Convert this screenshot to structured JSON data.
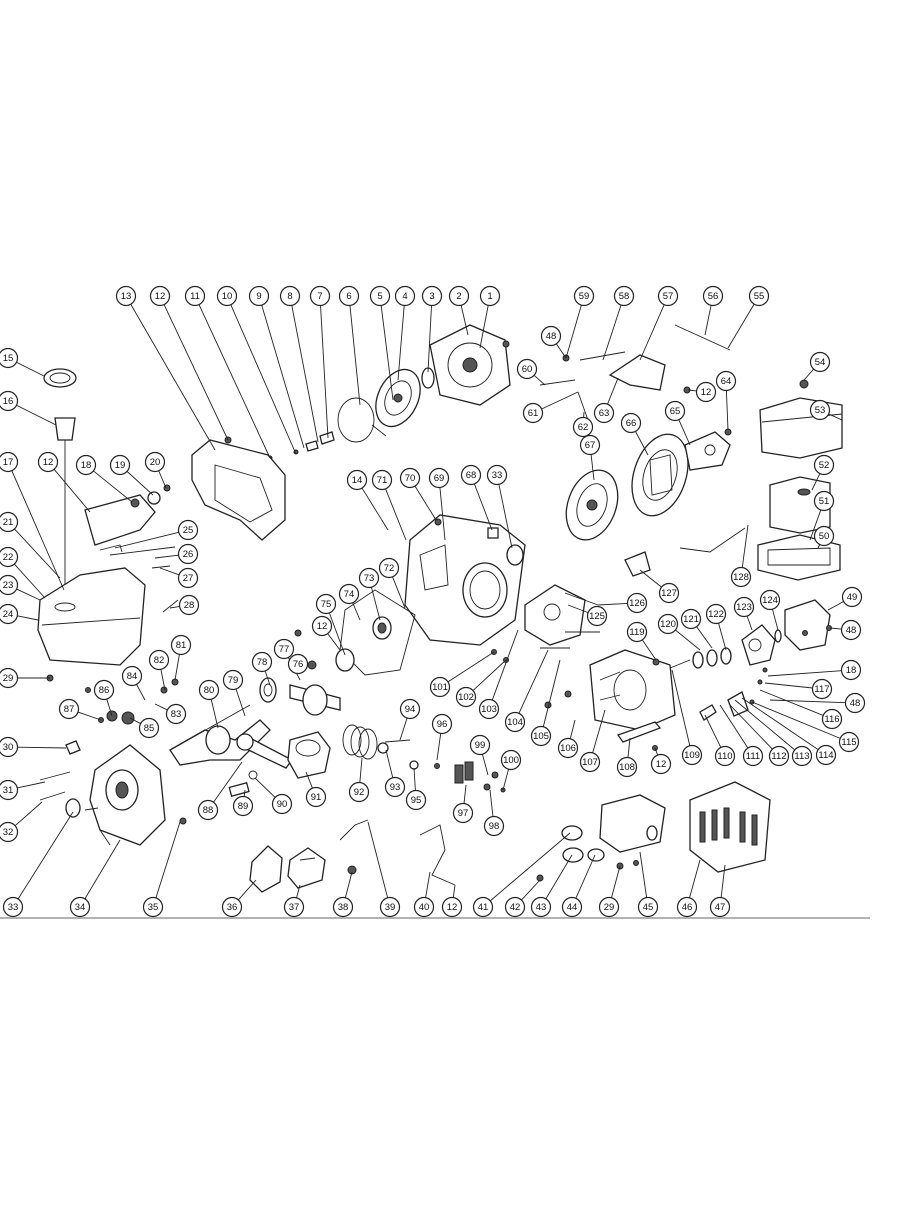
{
  "callouts": [
    {
      "label": "1"
    },
    {
      "label": "2"
    },
    {
      "label": "3"
    },
    {
      "label": "4"
    },
    {
      "label": "5"
    },
    {
      "label": "6"
    },
    {
      "label": "7"
    },
    {
      "label": "8"
    },
    {
      "label": "9"
    },
    {
      "label": "10"
    },
    {
      "label": "11"
    },
    {
      "label": "12"
    },
    {
      "label": "13"
    },
    {
      "label": "59"
    },
    {
      "label": "58"
    },
    {
      "label": "57"
    },
    {
      "label": "56"
    },
    {
      "label": "55"
    },
    {
      "label": "54"
    },
    {
      "label": "53"
    },
    {
      "label": "52"
    },
    {
      "label": "51"
    },
    {
      "label": "50"
    },
    {
      "label": "49"
    },
    {
      "label": "48"
    },
    {
      "label": "15"
    },
    {
      "label": "16"
    },
    {
      "label": "17"
    },
    {
      "label": "12"
    },
    {
      "label": "18"
    },
    {
      "label": "19"
    },
    {
      "label": "20"
    },
    {
      "label": "21"
    },
    {
      "label": "22"
    },
    {
      "label": "23"
    },
    {
      "label": "24"
    },
    {
      "label": "25"
    },
    {
      "label": "26"
    },
    {
      "label": "27"
    },
    {
      "label": "28"
    },
    {
      "label": "29"
    },
    {
      "label": "30"
    },
    {
      "label": "31"
    },
    {
      "label": "32"
    },
    {
      "label": "33"
    },
    {
      "label": "34"
    },
    {
      "label": "35"
    },
    {
      "label": "36"
    },
    {
      "label": "37"
    },
    {
      "label": "38"
    },
    {
      "label": "39"
    },
    {
      "label": "40"
    },
    {
      "label": "12"
    },
    {
      "label": "41"
    },
    {
      "label": "42"
    },
    {
      "label": "43"
    },
    {
      "label": "44"
    },
    {
      "label": "29"
    },
    {
      "label": "45"
    },
    {
      "label": "46"
    },
    {
      "label": "47"
    },
    {
      "label": "60"
    },
    {
      "label": "61"
    },
    {
      "label": "62"
    },
    {
      "label": "63"
    },
    {
      "label": "48"
    },
    {
      "label": "64"
    },
    {
      "label": "12"
    },
    {
      "label": "65"
    },
    {
      "label": "66"
    },
    {
      "label": "67"
    },
    {
      "label": "14"
    },
    {
      "label": "71"
    },
    {
      "label": "70"
    },
    {
      "label": "69"
    },
    {
      "label": "68"
    },
    {
      "label": "33"
    },
    {
      "label": "128"
    },
    {
      "label": "127"
    },
    {
      "label": "126"
    },
    {
      "label": "125"
    },
    {
      "label": "73"
    },
    {
      "label": "72"
    },
    {
      "label": "74"
    },
    {
      "label": "75"
    },
    {
      "label": "12"
    },
    {
      "label": "76"
    },
    {
      "label": "77"
    },
    {
      "label": "78"
    },
    {
      "label": "79"
    },
    {
      "label": "80"
    },
    {
      "label": "81"
    },
    {
      "label": "82"
    },
    {
      "label": "84"
    },
    {
      "label": "83"
    },
    {
      "label": "86"
    },
    {
      "label": "85"
    },
    {
      "label": "87"
    },
    {
      "label": "88"
    },
    {
      "label": "89"
    },
    {
      "label": "90"
    },
    {
      "label": "91"
    },
    {
      "label": "92"
    },
    {
      "label": "93"
    },
    {
      "label": "94"
    },
    {
      "label": "95"
    },
    {
      "label": "96"
    },
    {
      "label": "97"
    },
    {
      "label": "98"
    },
    {
      "label": "99"
    },
    {
      "label": "100"
    },
    {
      "label": "101"
    },
    {
      "label": "102"
    },
    {
      "label": "103"
    },
    {
      "label": "104"
    },
    {
      "label": "105"
    },
    {
      "label": "106"
    },
    {
      "label": "107"
    },
    {
      "label": "108"
    },
    {
      "label": "12"
    },
    {
      "label": "109"
    },
    {
      "label": "110"
    },
    {
      "label": "111"
    },
    {
      "label": "112"
    },
    {
      "label": "113"
    },
    {
      "label": "114"
    },
    {
      "label": "115"
    },
    {
      "label": "116"
    },
    {
      "label": "117"
    },
    {
      "label": "18"
    },
    {
      "label": "48"
    },
    {
      "label": "119"
    },
    {
      "label": "120"
    },
    {
      "label": "121"
    },
    {
      "label": "122"
    },
    {
      "label": "123"
    },
    {
      "label": "124"
    }
  ]
}
